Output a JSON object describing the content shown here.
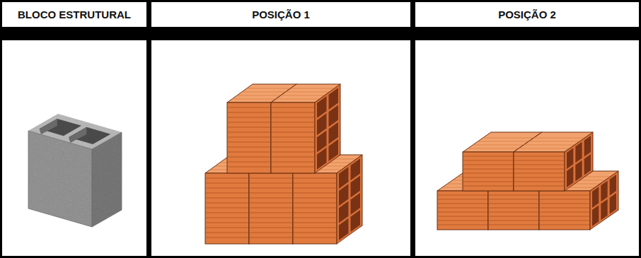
{
  "diagram": {
    "labels": [
      "BLOCO ESTRUTURAL",
      "POSIÇÃO 1",
      "POSIÇÃO 2"
    ]
  }
}
